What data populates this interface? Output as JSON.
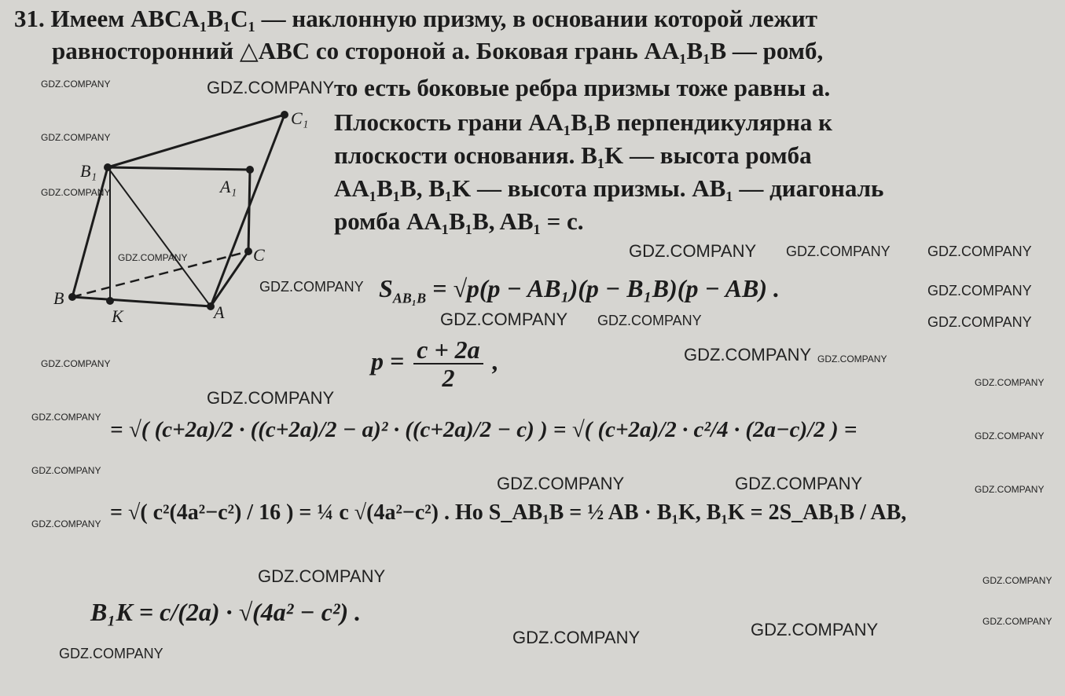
{
  "problem": {
    "number": "31.",
    "lines": [
      "Имеем ABCA₁B₁C₁ — наклонную призму, в основании которой лежит",
      "равносторонний △ABC со стороной a. Боковая грань AA₁B₁B — ромб,",
      "то есть боковые ребра призмы тоже равны a.",
      "Плоскость грани AA₁B₁B перпендикулярна к",
      "плоскости основания. B₁K — высота ромба",
      "AA₁B₁B, B₁K — высота призмы. AB₁ — диагональ",
      "ромба AA₁B₁B, AB₁ = c."
    ]
  },
  "diagram": {
    "labels": {
      "B": "B",
      "K": "K",
      "A": "A",
      "C": "C",
      "B1": "B₁",
      "A1": "A₁",
      "C1": "C₁"
    }
  },
  "formulas": {
    "heron": "S_AB₁B = √(p(p − AB₁)(p − B₁B)(p − AB)) .",
    "heron_lhs": "S",
    "heron_sub": "AB₁B",
    "heron_rhs": "= √p(p − AB₁)(p − B₁B)(p − AB) .",
    "p_lhs": "p =",
    "p_num": "c + 2a",
    "p_den": "2",
    "p_tail": ",",
    "s_expand": "= √( (c+2a)/2 · ((c+2a)/2 − a)² · ((c+2a)/2 − c) ) = √( (c+2a)/2 · c²/4 · (2a−c)/2 ) =",
    "s_line2": "= √( c²(4a²−c²) / 16 ) = ¼ c √(4a²−c²) . Но S_AB₁B = ½ AB · B₁K, B₁K = 2S_AB₁B / AB,",
    "b1k_result": "B₁K = c/(2a) · √(4a² − c²) ."
  },
  "watermark": "GDZ.COMPANY"
}
